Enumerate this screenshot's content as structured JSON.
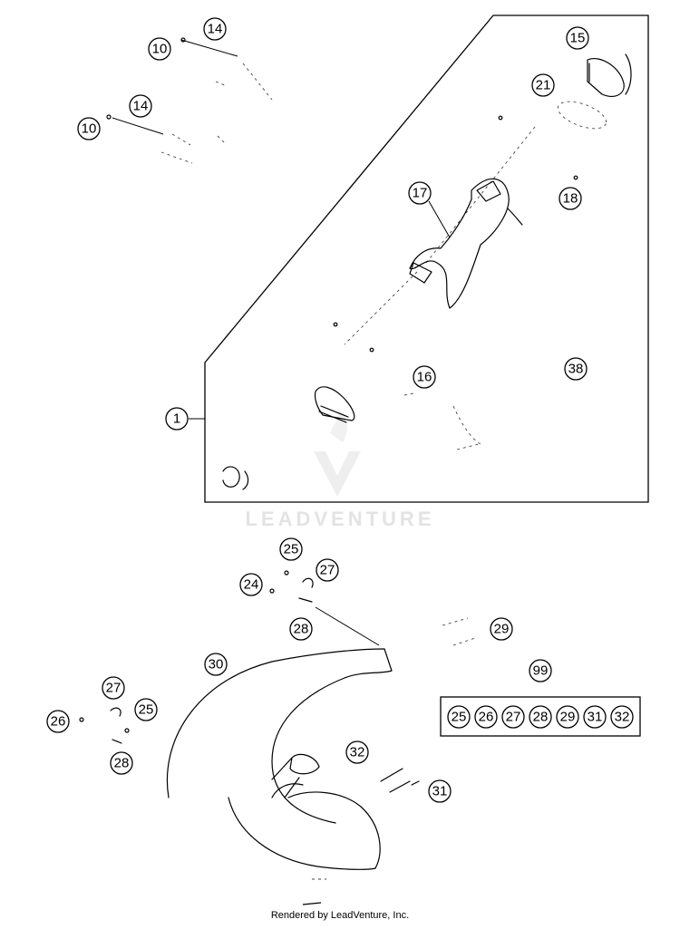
{
  "watermark": {
    "text": "LEADVENTURE"
  },
  "footer": {
    "credit": "Rendered by LeadVenture, Inc."
  },
  "callouts": {
    "c14a": "14",
    "c10a": "10",
    "c14b": "14",
    "c10b": "10",
    "c15": "15",
    "c21": "21",
    "c17": "17",
    "c18": "18",
    "c16": "16",
    "c38": "38",
    "c1": "1",
    "c25a": "25",
    "c27a": "27",
    "c24": "24",
    "c28a": "28",
    "c29": "29",
    "c30": "30",
    "c99": "99",
    "c27b": "27",
    "c26b": "26",
    "c25b": "25",
    "c28b": "28",
    "c32": "32",
    "c31": "31"
  },
  "kit": [
    "25",
    "26",
    "27",
    "28",
    "29",
    "31",
    "32"
  ]
}
